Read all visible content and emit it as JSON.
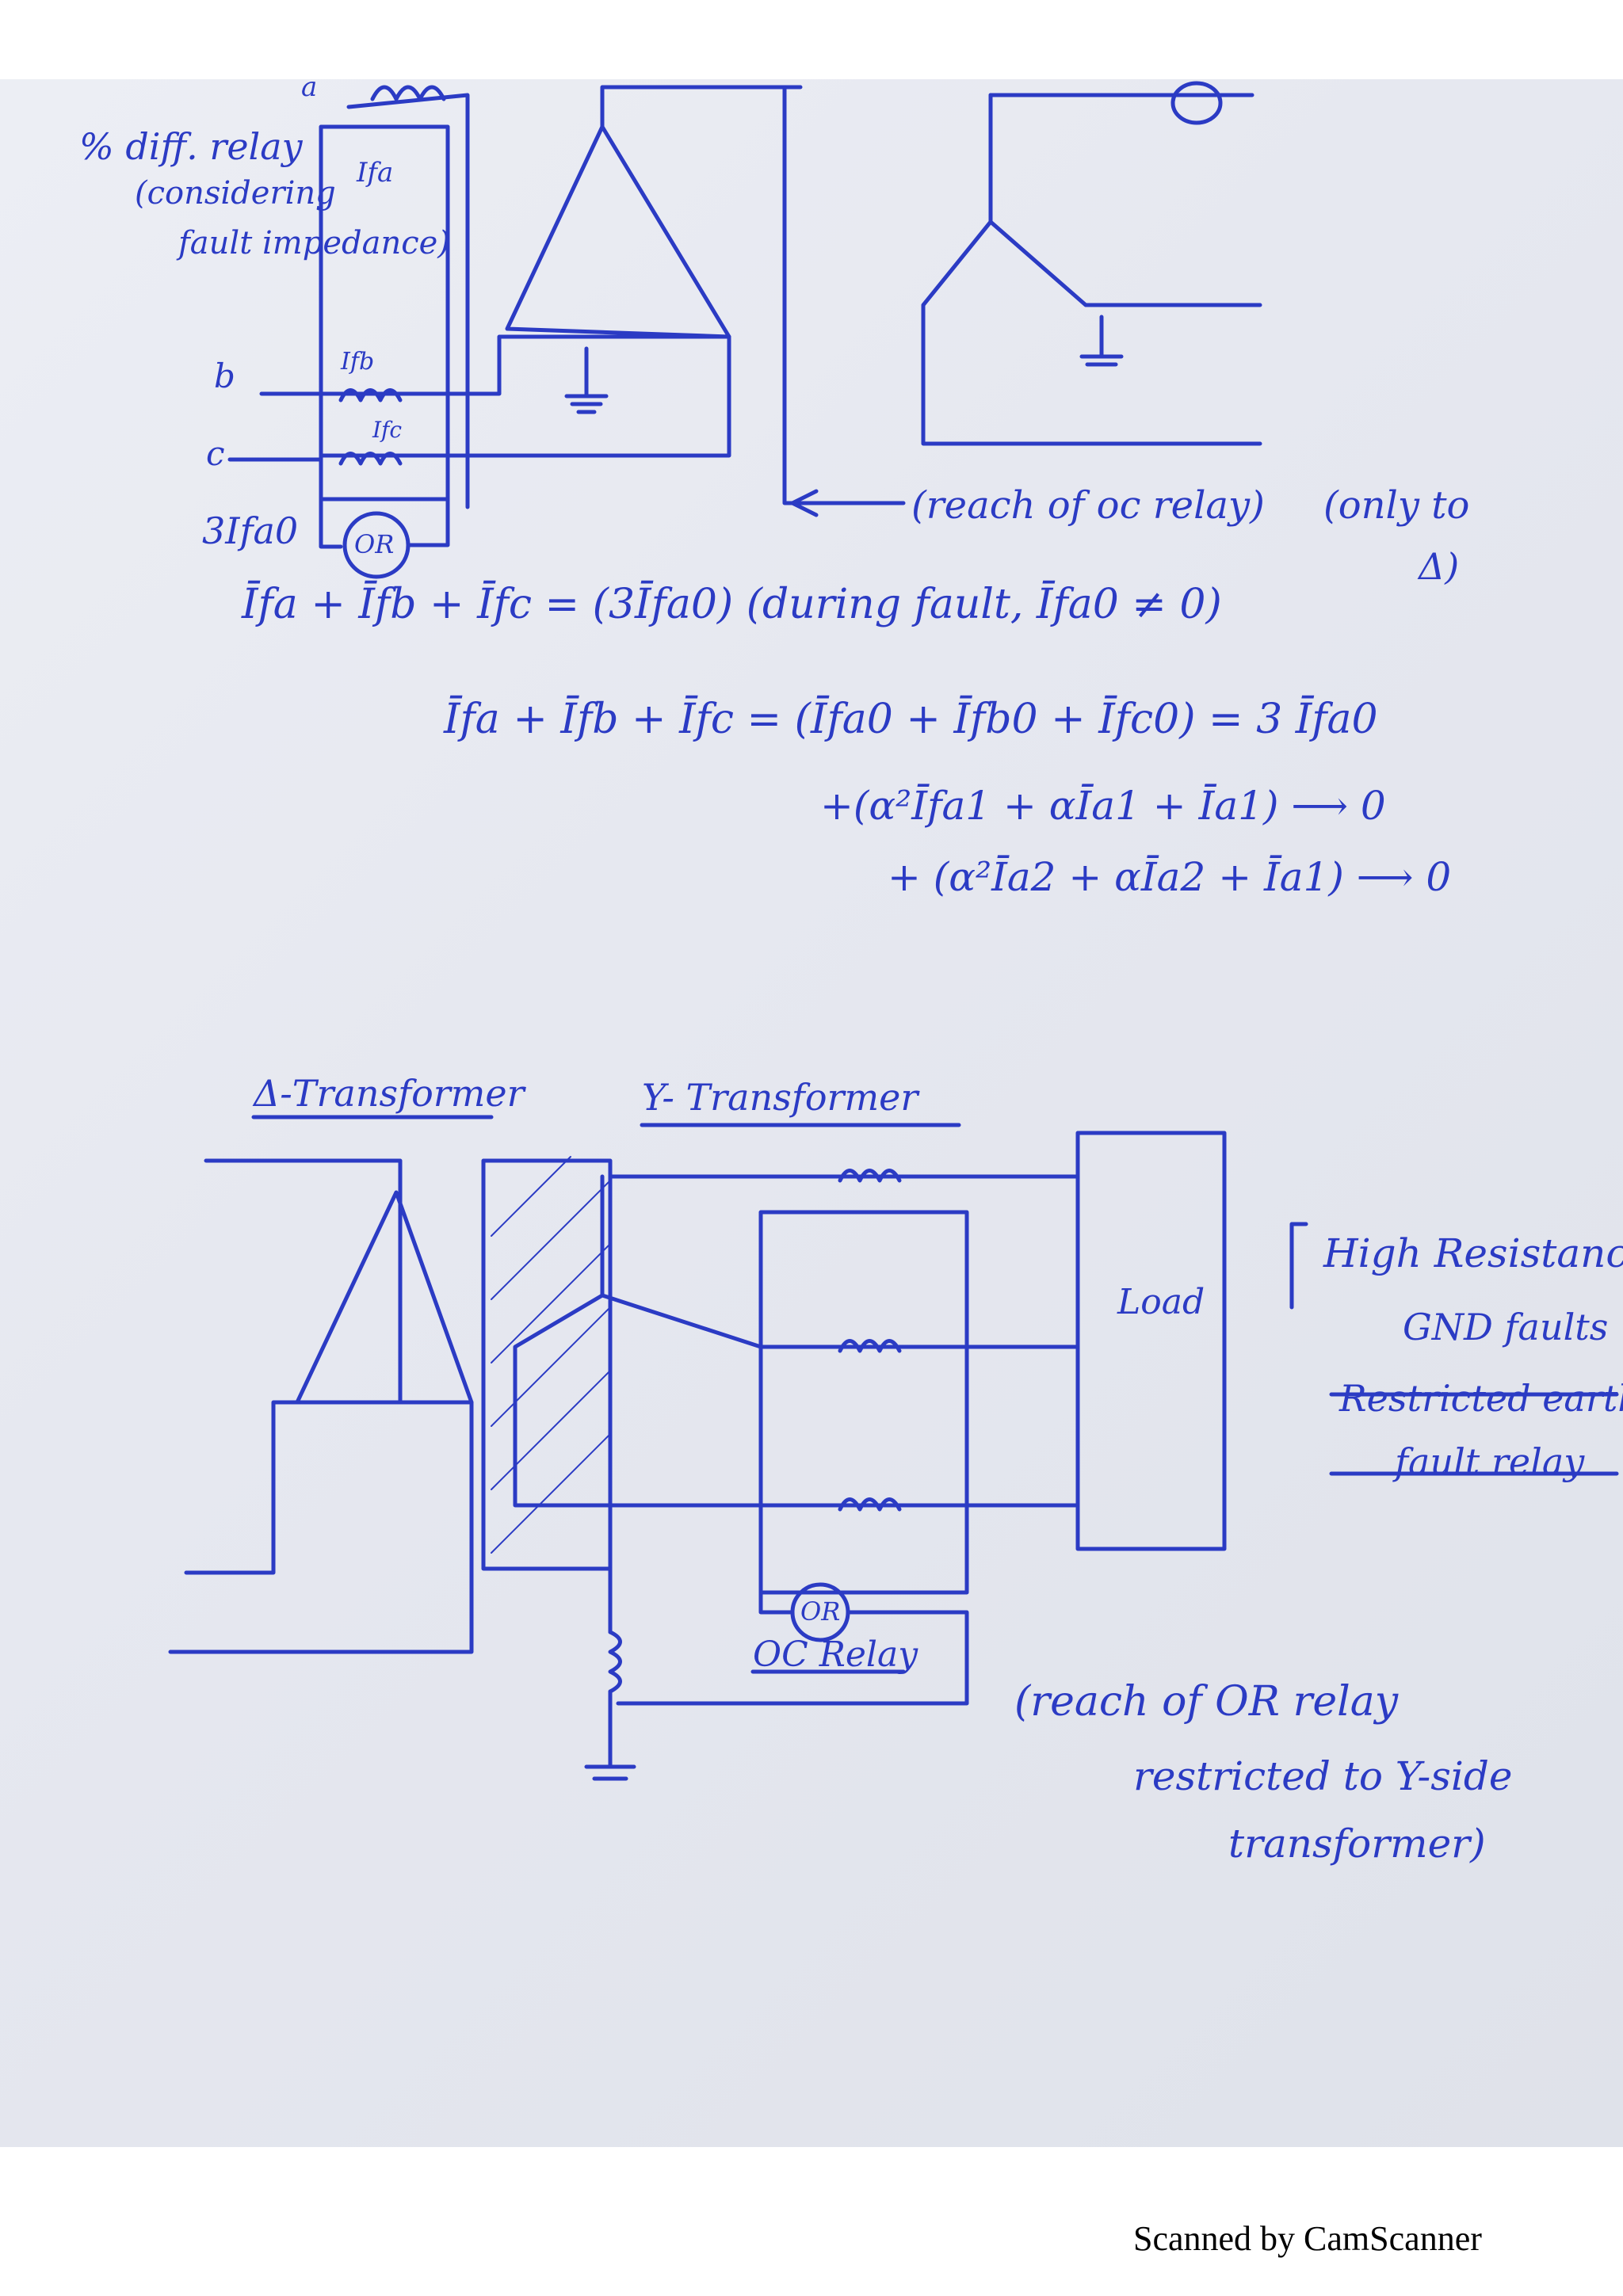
{
  "top": {
    "relay_title_1": "% diff. relay",
    "relay_title_2": "(considering",
    "relay_title_3": "fault impedance)",
    "phase_a": "a",
    "phase_b": "b",
    "phase_c": "c",
    "ct_current_a": "Ifa",
    "ct_current_b": "Ifb",
    "ct_current_c": "Ifc",
    "residual_current": "3Ifa0",
    "relay_label": "OR",
    "reach_note": "(reach of oc relay)",
    "reach_note_2": "(only to",
    "reach_note_3": "Δ)"
  },
  "equations": {
    "eq1": "Īfa + Īfb + Īfc = (3Īfa0)  (during fault, Īfa0 ≠ 0)",
    "eq2": "Īfa + Īfb + Īfc = (Īfa0 + Īfb0 + Īfc0)   =  3 Īfa0",
    "eq3": "+(α²Īfa1 + αĪa1 + Īa1) ⟶ 0",
    "eq4": "+ (α²Īa2 + αĪa2 + Īa1) ⟶ 0"
  },
  "bottom": {
    "delta_label": "Δ-Transformer",
    "wye_label": "Y- Transformer",
    "load_label": "Load",
    "relay_label": "OR",
    "oc_relay_label": "OC Relay",
    "side_note_1": "High Resistance",
    "side_note_2": "GND faults",
    "side_note_3": "Restricted earth",
    "side_note_4": "fault relay",
    "reach_note_1": "(reach of OR relay",
    "reach_note_2": "restricted to Y-side",
    "reach_note_3": "transformer)"
  },
  "footer": {
    "scanner_text": "Scanned by CamScanner"
  },
  "colors": {
    "ink": "#2b3bc4",
    "paper": "#e6e8f0"
  }
}
